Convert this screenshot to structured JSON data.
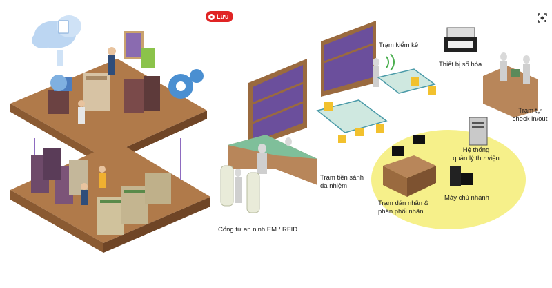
{
  "save_button": {
    "label": "Lưu"
  },
  "labels": {
    "inventory_station": "Trạm kiểm kê",
    "digitizer": "Thiết bị số hóa",
    "self_checkin": [
      "Trạm tự",
      "check in/out"
    ],
    "library_system": [
      "Hệ thống",
      "quản lý thư viện"
    ],
    "lobby_station": [
      "Trạm tiền sảnh",
      "đa nhiệm"
    ],
    "branch_server": "Máy chủ nhánh",
    "labeling_station": [
      "Trạm dán nhãn &",
      "phân phối nhãn"
    ],
    "security_gate": "Cổng từ an ninh EM / RFID"
  },
  "colors": {
    "wood": "#9a6a3f",
    "wood_top": "#b8865a",
    "highlight": "#f6f08a",
    "shelf_books": "#6b4f9c",
    "gear_blue": "#4a8fd1",
    "save_red": "#e02424"
  },
  "icons": [
    "cloud-icon",
    "gear-icon",
    "lens-icon"
  ]
}
